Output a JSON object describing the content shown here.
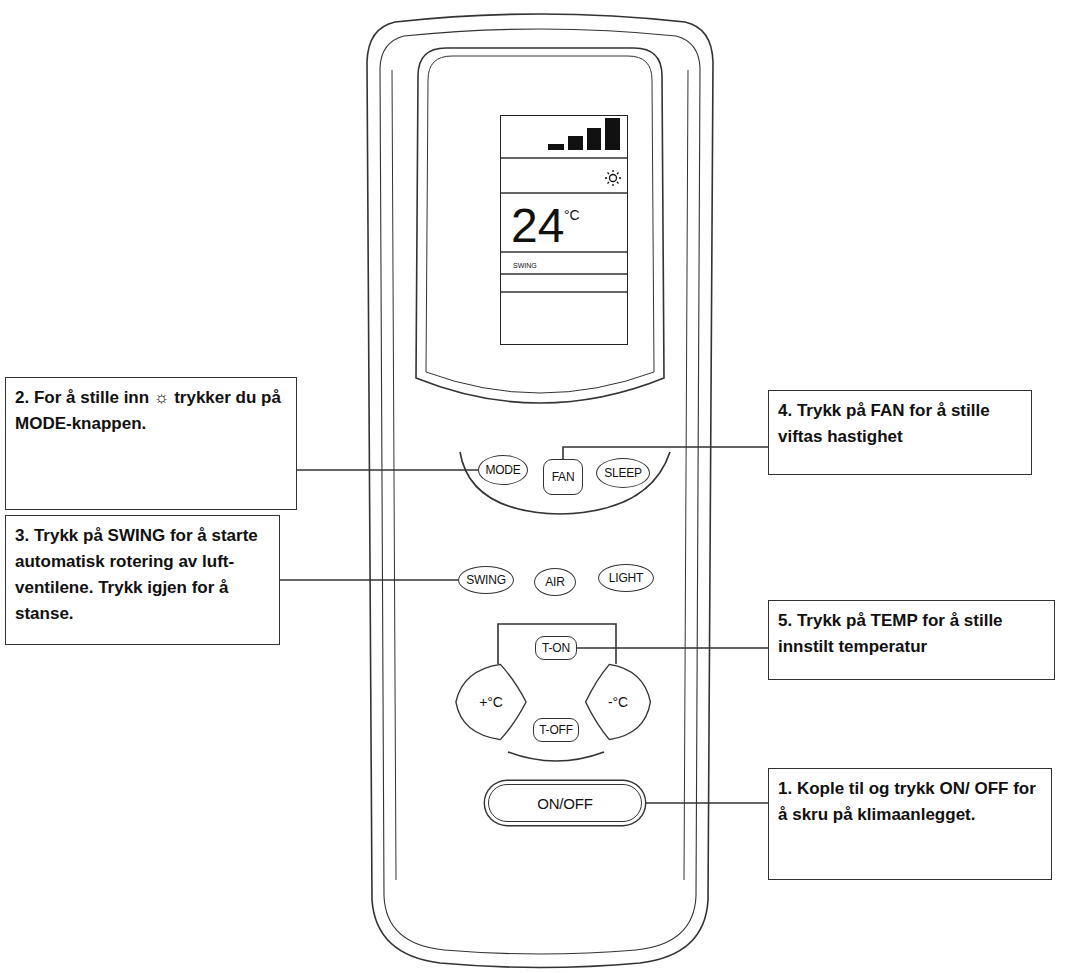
{
  "diagram": {
    "nodes": [
      {
        "text": [
          "24",
          "°C",
          "SWING"
        ]
      },
      {
        "text": [
          "2. For å stille inn ☼ trykker du på MODE-knappen."
        ]
      },
      {
        "text": [
          "MODE"
        ]
      },
      {
        "text": [
          "FAN"
        ]
      },
      {
        "text": [
          "SLEEP"
        ]
      },
      {
        "text": [
          "4. Trykk på FAN for å stille viftas hastighet"
        ]
      },
      {
        "text": [
          "3. Trykk på SWING for å starte automatisk rotering av luft- ventilene. Trykk igjen for å stanse."
        ]
      },
      {
        "text": [
          "SWING"
        ]
      },
      {
        "text": [
          "AIR"
        ]
      },
      {
        "text": [
          "LIGHT"
        ]
      },
      {
        "text": [
          "5. Trykk på TEMP for å stille innstilt temperatur"
        ]
      },
      {
        "text": [
          "T-ON"
        ]
      },
      {
        "text": [
          "+°C"
        ]
      },
      {
        "text": [
          "-°C"
        ]
      },
      {
        "text": [
          "T-OFF"
        ]
      },
      {
        "text": [
          "ON/OFF"
        ]
      },
      {
        "text": [
          "1. Kople til og trykk ON/ OFF for å skru på klimaanlegget."
        ]
      }
    ],
    "edges": [
      {
        "from": 1,
        "to": 2,
        "arrow": "none"
      },
      {
        "from": 5,
        "to": 3,
        "arrow": "none"
      },
      {
        "from": 6,
        "to": 7,
        "arrow": "none"
      },
      {
        "from": 10,
        "to": 11,
        "arrow": "none"
      },
      {
        "from": 16,
        "to": 15,
        "arrow": "none"
      }
    ]
  }
}
